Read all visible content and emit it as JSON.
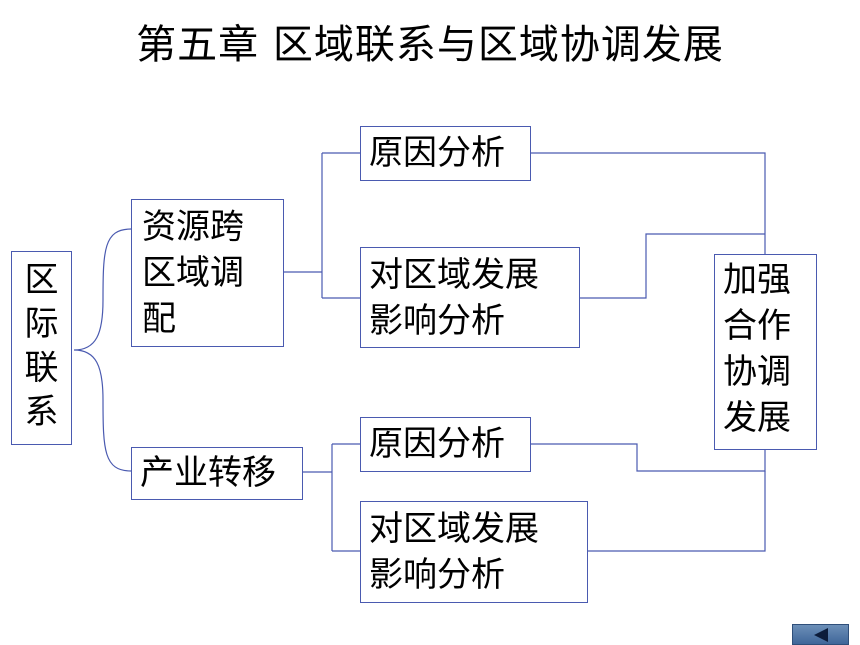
{
  "title": "第五章 区域联系与区域协调发展",
  "root": {
    "label": [
      "区",
      "际",
      "联",
      "系"
    ]
  },
  "branches": [
    {
      "label": [
        "资源跨",
        "区域调",
        "配"
      ],
      "children": [
        {
          "label": [
            "原因分析"
          ]
        },
        {
          "label": [
            "对区域发展",
            "影响分析"
          ]
        }
      ]
    },
    {
      "label": [
        "产业转移"
      ],
      "children": [
        {
          "label": [
            "原因分析"
          ]
        },
        {
          "label": [
            "对区域发展",
            "影响分析"
          ]
        }
      ]
    }
  ],
  "goal": {
    "label": [
      "加强",
      "合作",
      "协调",
      "发展"
    ]
  },
  "colors": {
    "line": "#4a5ab0",
    "nav_button": "#4f77a8"
  },
  "icons": {
    "nav_previous": "back-arrow-icon"
  }
}
